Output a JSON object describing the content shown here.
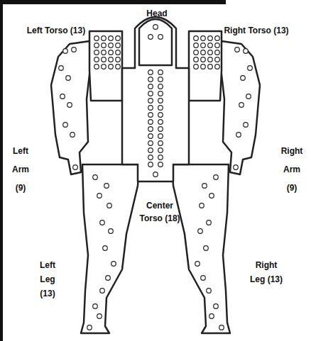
{
  "diagram": {
    "labels": [
      "Head",
      "Left Torso (13)",
      "Right Torso (13)",
      "Left Arm (9)",
      "Right Arm (9)",
      "Center Torso (18)",
      "Left Leg (13)",
      "Right Leg (13)"
    ]
  }
}
